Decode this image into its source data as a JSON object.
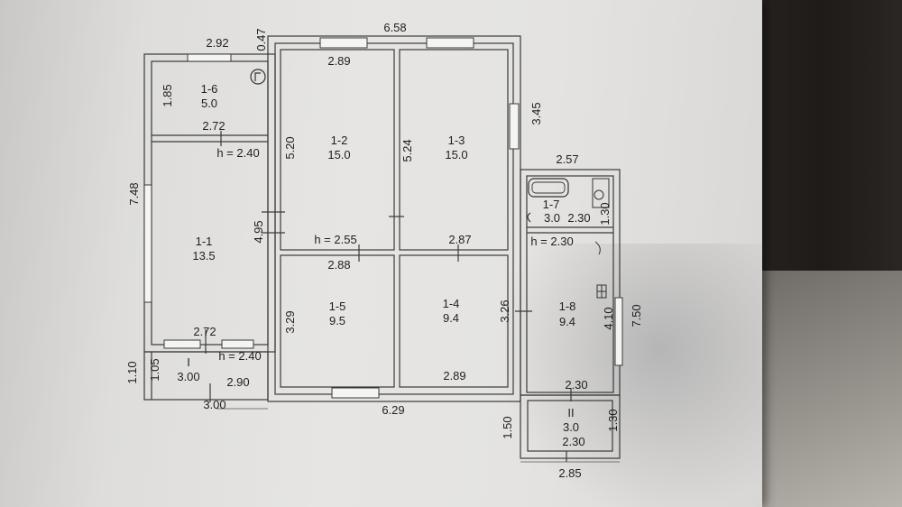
{
  "plan": {
    "rooms": [
      {
        "code": "1-1",
        "area": "13.5"
      },
      {
        "code": "1-2",
        "area": "15.0"
      },
      {
        "code": "1-3",
        "area": "15.0"
      },
      {
        "code": "1-4",
        "area": "9.4"
      },
      {
        "code": "1-5",
        "area": "9.5"
      },
      {
        "code": "1-6",
        "area": "5.0"
      },
      {
        "code": "1-7",
        "area": "3.0"
      },
      {
        "code": "1-8",
        "area": "9.4"
      },
      {
        "code": "I",
        "area": "3.00"
      },
      {
        "code": "II",
        "area": "3.0"
      }
    ],
    "ceiling_heights": [
      "h = 2.40",
      "h = 2.55",
      "h = 2.30",
      "h = 2.40"
    ],
    "dimensions": {
      "top_total": "6.58",
      "top_left": "2.92",
      "top_047": "0.47",
      "r12_top": "2.89",
      "r13_side": "3.45",
      "r17_top": "2.57",
      "r16_side": "1.85",
      "r16_bottom": "2.72",
      "r12_side": "5.20",
      "r13_side_inner": "5.24",
      "left_total": "7.48",
      "r11_side": "4.95",
      "r12_bottom": "2.88",
      "r14_top": "2.87",
      "r17_mid": "2.30",
      "r17_side": "1.30",
      "r15_side": "3.29",
      "r14_side": "3.26",
      "r18_side": "4.10",
      "right_total": "7.50",
      "r11_bottom": "2.72",
      "porch_side_a": "1.10",
      "porch_side_b": "1.05",
      "porch_width": "2.90",
      "porch_total": "3.00",
      "r14_bottom": "2.89",
      "bottom_total": "6.29",
      "r18_bottom": "2.30",
      "rII_side_left": "1.50",
      "rII_side_right": "1.30",
      "rII_bottom": "2.30",
      "rII_total": "2.85"
    }
  }
}
